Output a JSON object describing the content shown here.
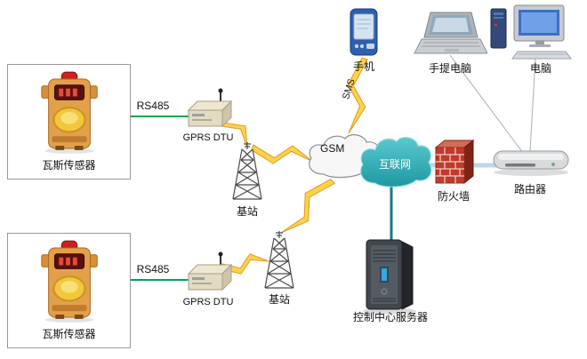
{
  "labels": {
    "sensor1": "瓦斯传感器",
    "sensor2": "瓦斯传感器",
    "rs485_1": "RS485",
    "rs485_2": "RS485",
    "dtu1": "GPRS DTU",
    "dtu2": "GPRS DTU",
    "station1": "基站",
    "station2": "基站",
    "gsm": "GSM",
    "sms": "SMS",
    "internet": "互联网",
    "phone": "手机",
    "laptop": "手提电脑",
    "desktop": "电脑",
    "firewall": "防火墙",
    "router": "路由器",
    "server": "控制中心服务器"
  },
  "colors": {
    "rs485_line": "#00A651",
    "backbone_line": "#BCD6EE",
    "server_line": "#1B7A8A",
    "device_line": "#ADADAD",
    "lightning": "#FFD24A",
    "lightning_edge": "#DE9A20",
    "internet_cloud": "#2AA7B0",
    "firewall_red": "#C13A2A"
  }
}
